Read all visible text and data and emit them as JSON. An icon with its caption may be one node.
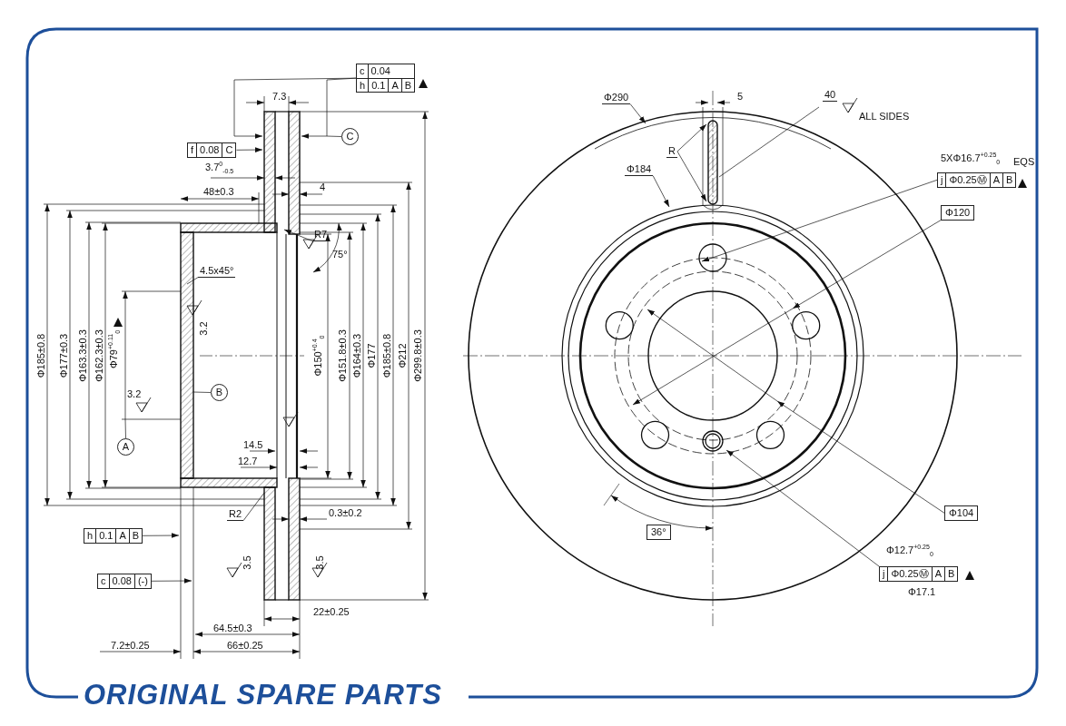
{
  "diagram": {
    "nodes": [
      {
        "text": [
          "c",
          "0.04",
          "h",
          "0.1",
          "A",
          "B"
        ]
      },
      {
        "text": [
          "C"
        ]
      },
      {
        "text": [
          "f",
          "0.08",
          "C"
        ]
      },
      {
        "text": [
          "4.5x45°"
        ]
      },
      {
        "text": [
          "R7"
        ]
      },
      {
        "text": [
          "B"
        ]
      },
      {
        "text": [
          "A"
        ]
      },
      {
        "text": [
          "R2"
        ]
      },
      {
        "text": [
          "h",
          "0.1",
          "A",
          "B"
        ]
      },
      {
        "text": [
          "c",
          "0.08",
          "(-)"
        ]
      },
      {
        "text": [
          "Φ290"
        ]
      },
      {
        "text": [
          "R"
        ]
      },
      {
        "text": [
          "40",
          "ALL SIDES"
        ]
      },
      {
        "text": [
          "Φ184"
        ]
      },
      {
        "text": [
          "j",
          "Φ0.25Ⓜ",
          "A",
          "B"
        ],
        "beside": [
          "5XΦ16.7$^{+0.25}$$_{0}$",
          "EQS"
        ]
      },
      {
        "text": [
          "Φ120"
        ]
      },
      {
        "text": [
          "36°"
        ]
      },
      {
        "text": [
          "Φ104"
        ]
      },
      {
        "text": [
          "j",
          "Φ0.25Ⓜ",
          "A",
          "B"
        ],
        "beside": [
          "Φ12.7$^{+0.25}$$_{0}$",
          "Φ17.1"
        ]
      }
    ],
    "edges": [
      {
        "from": 0,
        "to": null,
        "arrow": "to"
      },
      {
        "from": 0,
        "to": null,
        "arrow": "to"
      },
      {
        "from": 1,
        "to": null,
        "arrow": "none"
      },
      {
        "from": 2,
        "to": null,
        "arrow": "to"
      },
      {
        "from": 3,
        "to": null,
        "arrow": "none"
      },
      {
        "from": 4,
        "to": null,
        "arrow": "to"
      },
      {
        "from": 5,
        "to": null,
        "arrow": "none"
      },
      {
        "from": 6,
        "to": null,
        "arrow": "none"
      },
      {
        "from": 7,
        "to": null,
        "arrow": "none"
      },
      {
        "from": 8,
        "to": null,
        "arrow": "to"
      },
      {
        "from": 9,
        "to": null,
        "arrow": "to"
      },
      {
        "from": 10,
        "to": null,
        "arrow": "to"
      },
      {
        "from": 11,
        "to": null,
        "arrow": "to"
      },
      {
        "from": 11,
        "to": null,
        "arrow": "to"
      },
      {
        "from": 12,
        "to": null,
        "arrow": "none"
      },
      {
        "from": 13,
        "to": null,
        "arrow": "to"
      },
      {
        "from": 14,
        "to": null,
        "arrow": "to"
      },
      {
        "from": 15,
        "to": null,
        "arrow": "to"
      },
      {
        "from": 17,
        "to": null,
        "arrow": "to"
      },
      {
        "from": 18,
        "to": null,
        "arrow": "to"
      }
    ],
    "labels": [
      "7.3",
      "3.7$^{0}$$_{-0.5}$",
      "48±0.3",
      "4",
      "75°",
      "Φ185±0.8",
      "Φ177±0.3",
      "Φ163.3±0.3",
      "Φ162.3±0.3",
      "Φ79$^{+0.11}$$_{0}$",
      "3.2",
      "Φ150$^{+0.4}$$_{0}$",
      "Φ151.8±0.3",
      "Φ164±0.3",
      "Φ177",
      "Φ185±0.8",
      "Φ212",
      "Φ299.8±0.3",
      "3.2",
      "14.5",
      "12.7",
      "0.3±0.2",
      "3.5",
      "3.5",
      "22±0.25",
      "64.5±0.3",
      "7.2±0.25",
      "66±0.25",
      "5",
      "ORIGINAL SPARE PARTS"
    ]
  }
}
